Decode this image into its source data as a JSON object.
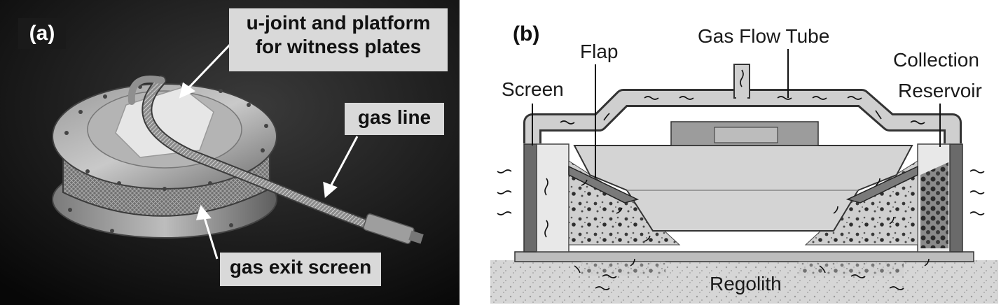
{
  "panel_a": {
    "tag": "(a)",
    "labels": {
      "ujoint_line1": "u-joint and platform",
      "ujoint_line2": "for witness plates",
      "gas_line": "gas line",
      "gas_exit_screen": "gas exit screen"
    }
  },
  "panel_b": {
    "tag": "(b)",
    "labels": {
      "gas_flow_tube": "Gas Flow Tube",
      "flap": "Flap",
      "screen": "Screen",
      "collection_line1": "Collection",
      "collection_line2": "Reservoir",
      "regolith": "Regolith"
    }
  }
}
